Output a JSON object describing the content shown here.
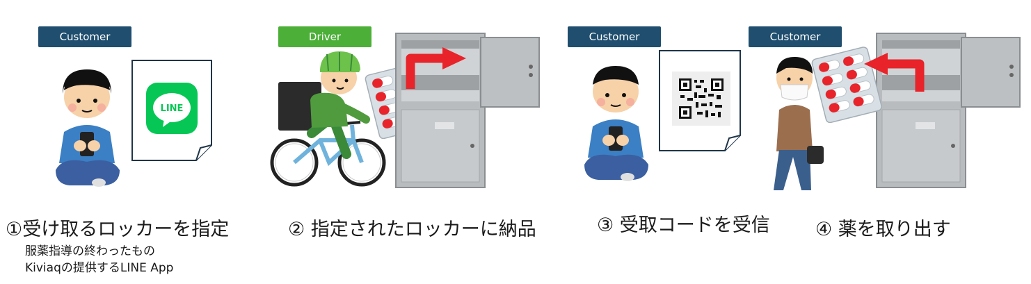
{
  "colors": {
    "customer_badge": "#1f4e6e",
    "driver_badge": "#4caf38",
    "arrow": "#e8232a",
    "line_green": "#06c755"
  },
  "steps": [
    {
      "badge": "Customer",
      "caption": "①受け取るロッカーを指定",
      "notes": [
        "服薬指導の終わったもの",
        "Kiviaqの提供するLINE App"
      ],
      "doc_icon_text": "LINE"
    },
    {
      "badge": "Driver",
      "caption": "② 指定されたロッカーに納品"
    },
    {
      "badge": "Customer",
      "caption": "③ 受取コードを受信"
    },
    {
      "badge": "Customer",
      "caption": "④ 薬を取り出す"
    }
  ]
}
